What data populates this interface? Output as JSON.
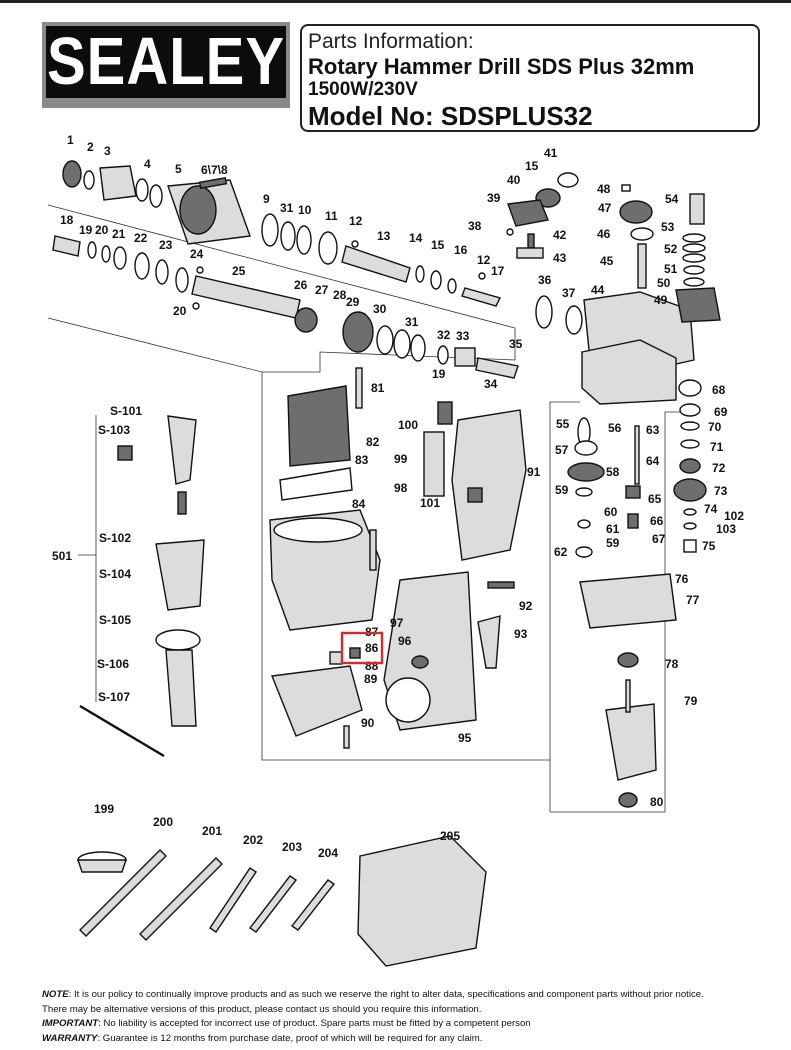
{
  "header": {
    "brand": "SEALEY",
    "section_label": "Parts Information:",
    "product_title": "Rotary Hammer Drill SDS Plus 32mm",
    "voltage": "1500W/230V",
    "model": "Model No: SDSPLUS32"
  },
  "diagram": {
    "callouts": {
      "c1": "1",
      "c2": "2",
      "c3": "3",
      "c4": "4",
      "c5": "5",
      "c6": "6\\7\\8",
      "c9": "9",
      "c10": "10",
      "c11": "11",
      "c12a": "12",
      "c12b": "12",
      "c13": "13",
      "c14": "14",
      "c15a": "15",
      "c15b": "15",
      "c16": "16",
      "c17": "17",
      "c18": "18",
      "c19a": "19",
      "c19b": "19",
      "c20a": "20",
      "c20b": "20",
      "c21": "21",
      "c22": "22",
      "c23": "23",
      "c24": "24",
      "c25": "25",
      "c26": "26",
      "c27": "27",
      "c28": "28",
      "c29": "29",
      "c30": "30",
      "c31a": "31",
      "c31b": "31",
      "c32": "32",
      "c33": "33",
      "c34": "34",
      "c35": "35",
      "c36": "36",
      "c37": "37",
      "c38": "38",
      "c39": "39",
      "c40": "40",
      "c41": "41",
      "c42": "42",
      "c43": "43",
      "c44": "44",
      "c45": "45",
      "c46": "46",
      "c47": "47",
      "c48": "48",
      "c49": "49",
      "c50": "50",
      "c51": "51",
      "c52": "52",
      "c53": "53",
      "c54": "54",
      "c55": "55",
      "c56": "56",
      "c57": "57",
      "c58": "58",
      "c59a": "59",
      "c59b": "59",
      "c60": "60",
      "c61": "61",
      "c62": "62",
      "c63": "63",
      "c64": "64",
      "c65": "65",
      "c66": "66",
      "c67": "67",
      "c68": "68",
      "c69": "69",
      "c70": "70",
      "c71": "71",
      "c72": "72",
      "c73": "73",
      "c74": "74",
      "c75": "75",
      "c76": "76",
      "c77": "77",
      "c78": "78",
      "c79": "79",
      "c80": "80",
      "c81": "81",
      "c82": "82",
      "c83": "83",
      "c84": "84",
      "c86": "86",
      "c87": "87",
      "c88": "88",
      "c89": "89",
      "c90": "90",
      "c91": "91",
      "c92": "92",
      "c93": "93",
      "c95": "95",
      "c96": "96",
      "c97": "97",
      "c98": "98",
      "c99": "99",
      "c100": "100",
      "c101": "101",
      "c102": "102",
      "c103": "103",
      "s101": "S-101",
      "s102": "S-102",
      "s103": "S-103",
      "s104": "S-104",
      "s105": "S-105",
      "s106": "S-106",
      "s107": "S-107",
      "c501": "501",
      "c199": "199",
      "c200": "200",
      "c201": "201",
      "c202": "202",
      "c203": "203",
      "c204": "204",
      "c205": "205"
    },
    "highlight_color": "#d62a2a"
  },
  "notes": {
    "note_label": "NOTE",
    "note_text": ": It is our policy to continually improve products and as such we reserve the right to alter data, specifications and component parts without prior notice.",
    "note_text2": "There may be alternative versions of this product, please contact us should you require this information.",
    "important_label": "IMPORTANT",
    "important_text": ": No liability is accepted for incorrect use of product. Spare parts must be fitted by a competent person",
    "warranty_label": "WARRANTY",
    "warranty_text": ": Guarantee is 12 months from purchase date, proof of which will be required for any claim."
  }
}
